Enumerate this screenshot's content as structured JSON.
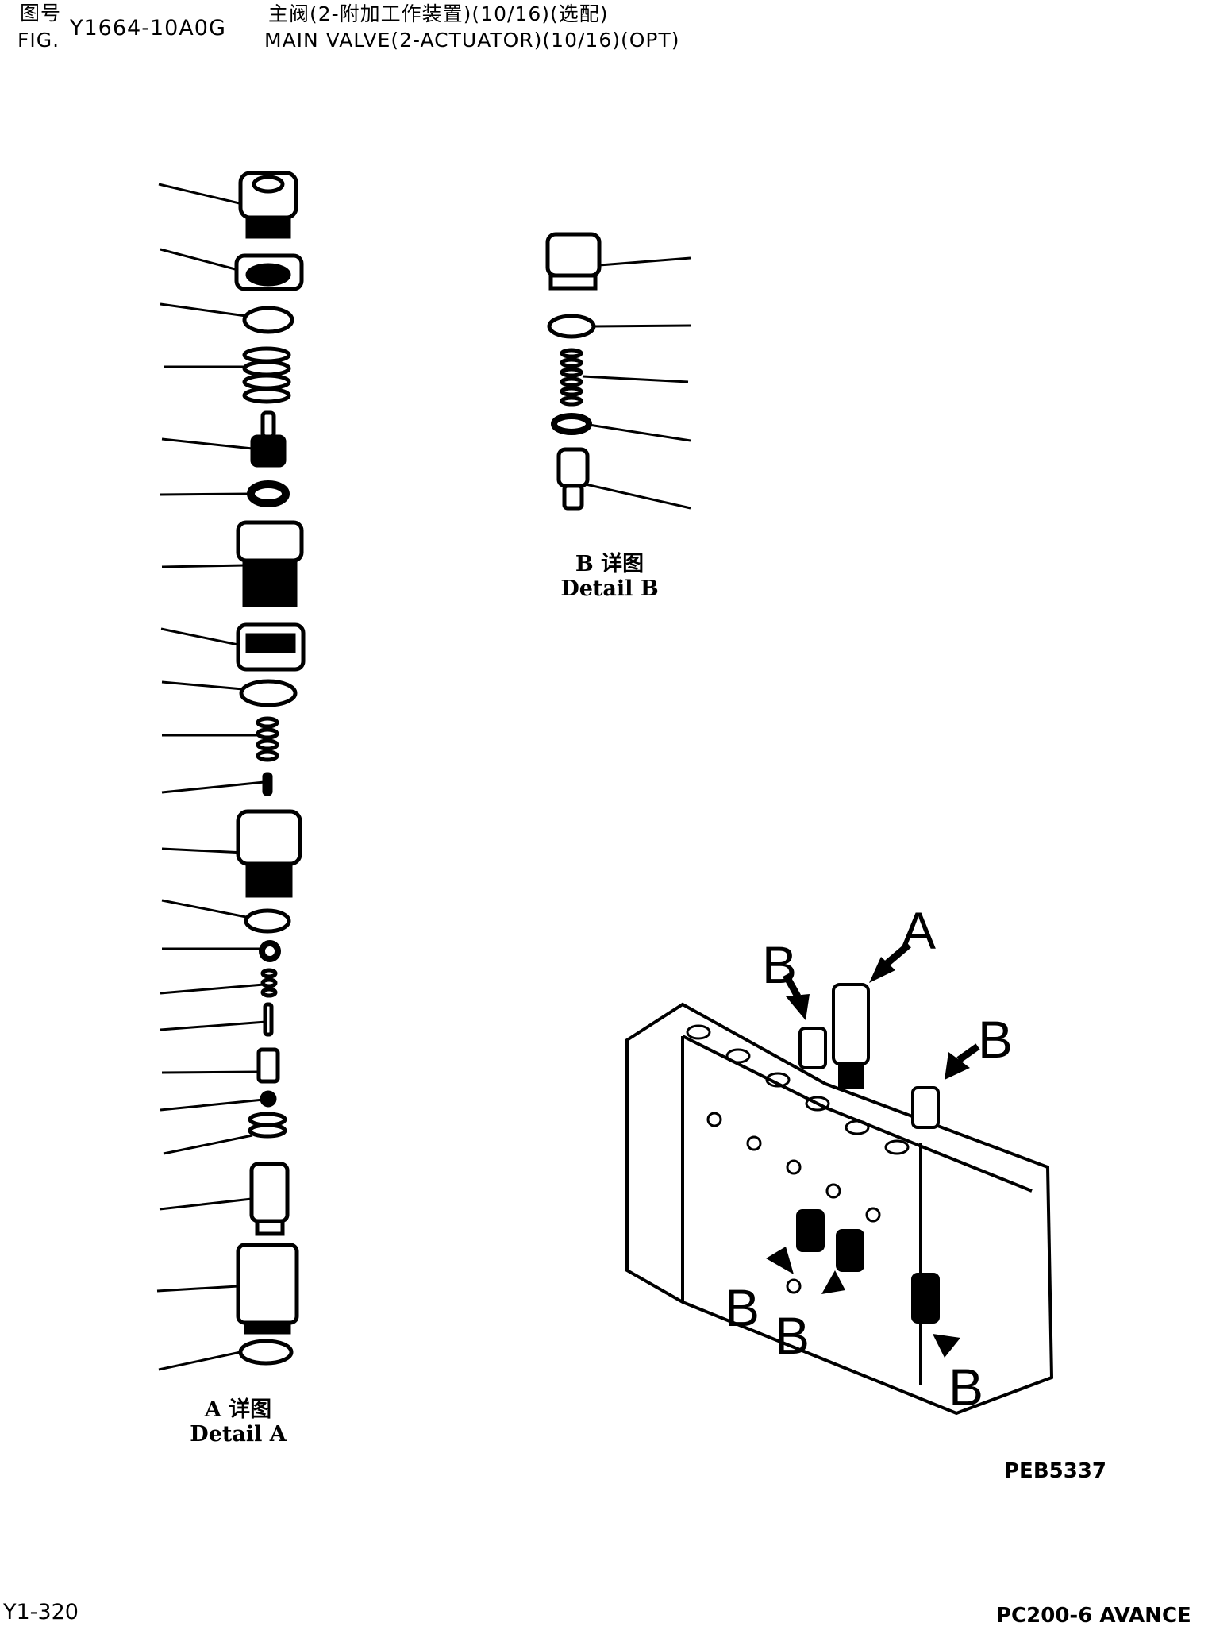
{
  "header": {
    "fig_label_cn": "图号",
    "fig_label_en": "FIG.",
    "fig_number": "Y1664-10A0G",
    "title_cn": "主阀(2-附加工作装置)(10/16)(选配)",
    "title_en": "MAIN VALVE(2-ACTUATOR)(10/16)(OPT)"
  },
  "detail_a": {
    "caption_cn": "A 详图",
    "caption_en": "Detail A",
    "leader_count": 21
  },
  "detail_b": {
    "caption_cn": "B 详图",
    "caption_en": "Detail B",
    "leader_count": 5
  },
  "assembly": {
    "callouts": [
      "A",
      "B",
      "B",
      "B",
      "B",
      "B"
    ],
    "reference_code": "PEB5337"
  },
  "footer": {
    "page": "Y1-320",
    "model": "PC200-6 AVANCE"
  },
  "colors": {
    "ink": "#000000",
    "paper": "#ffffff"
  }
}
